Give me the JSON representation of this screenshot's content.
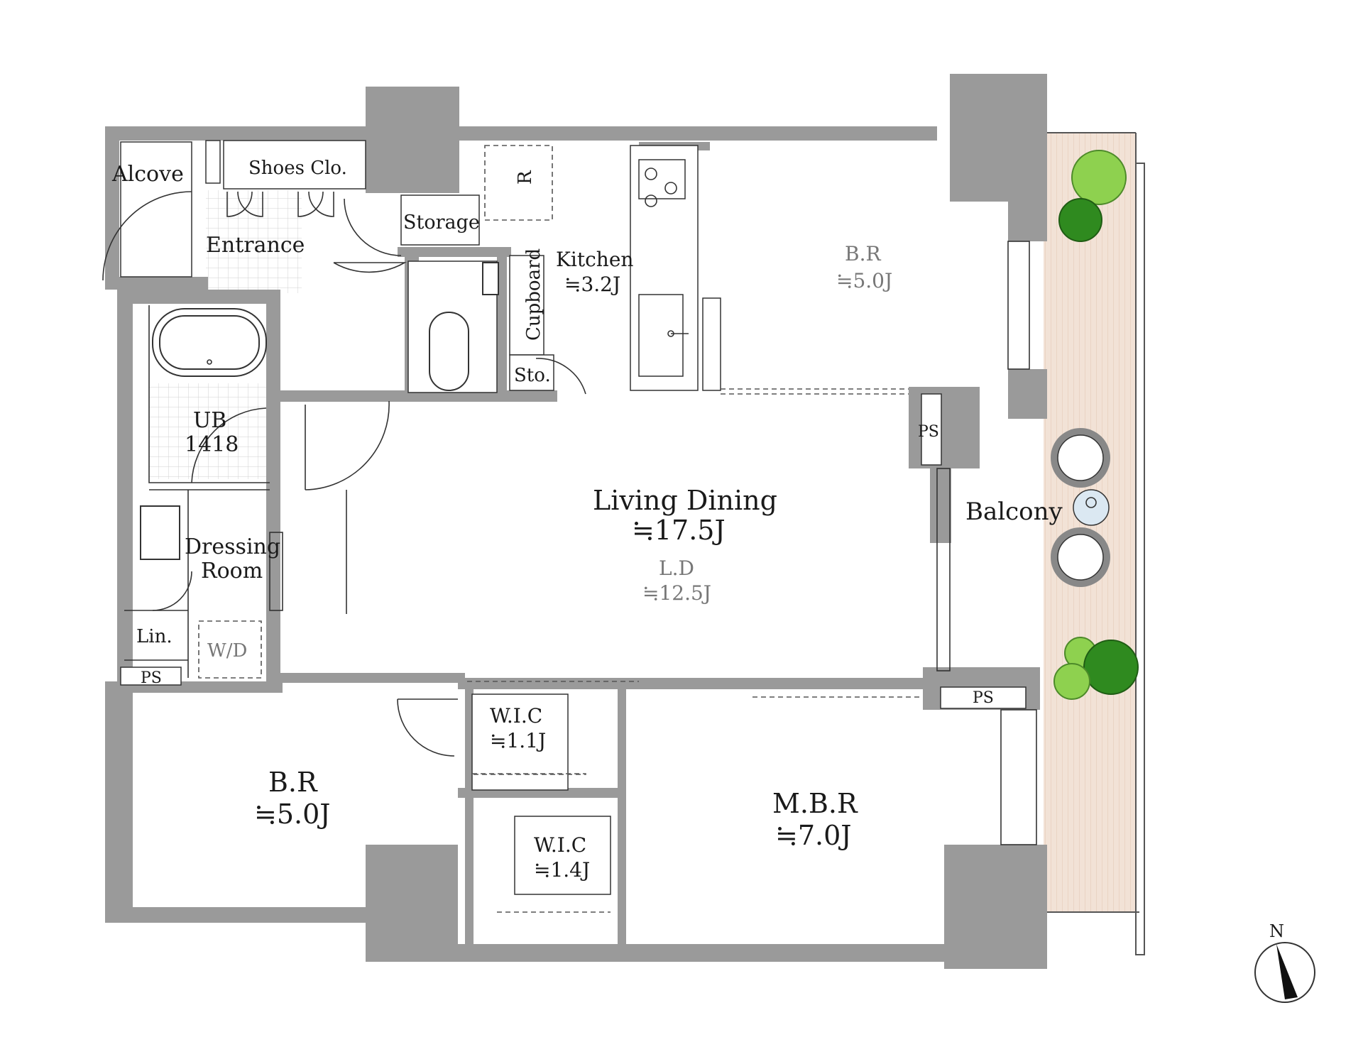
{
  "rooms": {
    "alcove": "Alcove",
    "shoes_closet": "Shoes Clo.",
    "entrance": "Entrance",
    "storage": "Storage",
    "refrigerator": "R",
    "kitchen": "Kitchen",
    "kitchen_area": "≒3.2J",
    "cupboard": "Cupboard",
    "sto": "Sto.",
    "bedroom_north": "B.R",
    "bedroom_north_area": "≒5.0J",
    "unit_bath": "UB",
    "unit_bath_size": "1418",
    "dressing_room_line1": "Dressing",
    "dressing_room_line2": "Room",
    "linen": "Lin.",
    "washer_dryer": "W/D",
    "ps_bath": "PS",
    "living_dining": "Living Dining",
    "living_dining_area": "≒17.5J",
    "ld": "L.D",
    "ld_area": "≒12.5J",
    "ps_upper": "PS",
    "ps_lower": "PS",
    "balcony": "Balcony",
    "wic_upper": "W.I.C",
    "wic_upper_area": "≒1.1J",
    "wic_lower": "W.I.C",
    "wic_lower_area": "≒1.4J",
    "bedroom": "B.R",
    "bedroom_area": "≒5.0J",
    "master_bedroom": "M.B.R",
    "master_bedroom_area": "≒7.0J"
  },
  "compass": {
    "label": "N"
  },
  "colors": {
    "wall": "#9a9a9a",
    "balcony_floor": "#f2e2d6",
    "tile": "#dcdcdc",
    "plant_light": "#8ed14f",
    "plant_dark": "#2f8a1f"
  }
}
